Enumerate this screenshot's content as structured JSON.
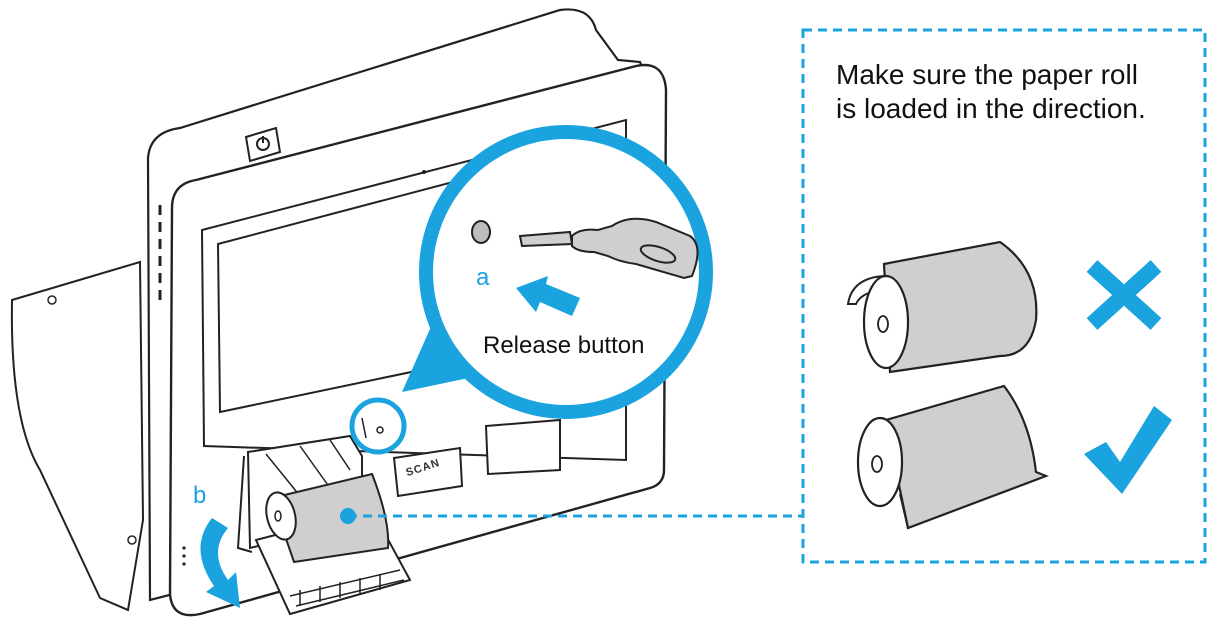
{
  "instruction_note": "Make sure the paper roll\nis loaded in the direction.",
  "callout_label": "Release button",
  "steps": {
    "a": "a",
    "b": "b"
  },
  "device_key_label": "SCAN",
  "marks": {
    "wrong": "cross-icon",
    "correct": "checkmark-icon"
  },
  "colors": {
    "accent": "#1aa3df",
    "line": "#222222",
    "paper": "#cfcfcf"
  }
}
